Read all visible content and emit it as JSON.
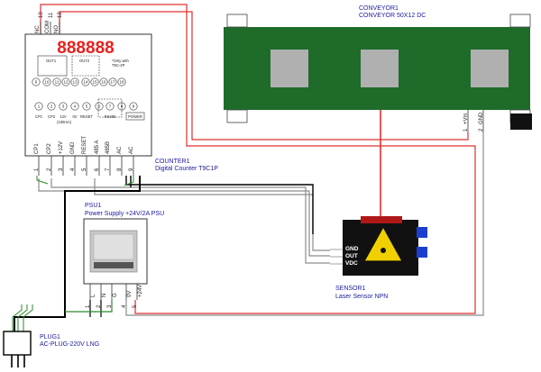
{
  "components": {
    "counter": {
      "ref": "COUNTER1",
      "name": "Digital Counter T9C1P",
      "display": "888888",
      "top_pins": [
        "NC",
        "COM",
        "NO"
      ],
      "top_pin_numbers": [
        "10",
        "11",
        "12"
      ],
      "face": {
        "out1": "OUT1",
        "out2": "OUT2",
        "out2_note_1": "*Only with",
        "out2_note_2": "T9C-2P",
        "bottom": [
          "CP1",
          "CP2",
          "12V",
          "0V",
          "RESET",
          "RS485",
          "POWER"
        ],
        "ma_note": "(100mA)"
      },
      "bottom_pins": [
        {
          "num": "1",
          "label": "CP1",
          "color": "#222222"
        },
        {
          "num": "2",
          "label": "CP2",
          "color": "#222222"
        },
        {
          "num": "3",
          "label": "+12V",
          "color": "#cc0000"
        },
        {
          "num": "4",
          "label": "GND",
          "color": "#222222"
        },
        {
          "num": "5",
          "label": "RESET",
          "color": "#222222"
        },
        {
          "num": "6",
          "label": "485 A",
          "color": "#1a1aa0"
        },
        {
          "num": "7",
          "label": "485B",
          "color": "#cc0000"
        },
        {
          "num": "8",
          "label": "AC",
          "color": "#1a1aa0"
        },
        {
          "num": "9",
          "label": "AC",
          "color": "#cc0000"
        }
      ]
    },
    "conveyor": {
      "ref": "CONVEYOR1",
      "name": "CONVEYOR 50X12 DC",
      "pins": [
        {
          "num": "1",
          "label": "+Vm",
          "color": "#1a1aa0"
        },
        {
          "num": "2",
          "label": "GND",
          "color": "#1a1aa0"
        }
      ]
    },
    "psu": {
      "ref": "PSU1",
      "name": "Power Supply +24V/2A PSU",
      "pins": [
        {
          "num": "1",
          "label": "L",
          "color": "#cc0000"
        },
        {
          "num": "2",
          "label": "N",
          "color": "#1a1aa0"
        },
        {
          "num": "3",
          "label": "G",
          "color": "#1a7a1a"
        },
        {
          "num": "4",
          "label": "0V",
          "color": "#222222"
        },
        {
          "num": "5",
          "label": "+24V",
          "color": "#cc0000"
        }
      ]
    },
    "sensor": {
      "ref": "SENSOR1",
      "name": "Laser Sensor NPN",
      "pins": [
        "GND",
        "OUT",
        "VDC"
      ]
    },
    "plug": {
      "ref": "PLUG1",
      "name": "AC-PLUG-220V LNG"
    }
  },
  "colors": {
    "conveyor_green": "#1e6b2a",
    "conveyor_roller": "#b0b0b0",
    "wire_red": "#e03030",
    "wire_black": "#000000",
    "wire_green": "#2a8a2a",
    "wire_gray": "#8c8c8c",
    "display_red": "#e8201c",
    "sensor_body": "#111111",
    "sensor_accent": "#1a3fcf",
    "sensor_top": "#b01818",
    "laser_yellow": "#f0d000"
  }
}
